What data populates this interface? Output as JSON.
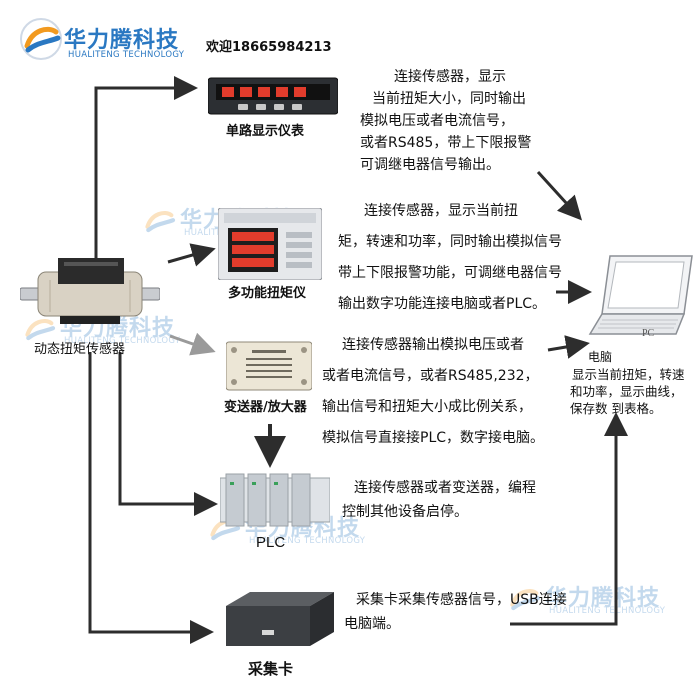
{
  "brand": {
    "name": "华力腾科技",
    "subtitle": "HUALITENG TECHNOLOGY",
    "contact": "欢迎18665984213"
  },
  "colors": {
    "brand_blue": "#2a78c2",
    "brand_orange": "#f29a1f",
    "arrow": "#2d2d2d",
    "arrow_gray": "#9a9a9a"
  },
  "nodes": {
    "sensor": {
      "label": "动态扭矩传感器"
    },
    "single_display": {
      "label": "单路显示仪表",
      "lines": [
        "连接传感器，显示",
        "当前扭矩大小，同时输出",
        "模拟电压或者电流信号，",
        "或者RS485，带上下限报警",
        "可调继电器信号输出。"
      ]
    },
    "multi_meter": {
      "label": "多功能扭矩仪",
      "lines": [
        "连接传感器，显示当前扭",
        "矩，转速和功率，同时输出模拟信号",
        "带上下限报警功能，可调继电器信号",
        "输出数字功能连接电脑或者PLC。"
      ]
    },
    "transmitter": {
      "label": "变送器/放大器",
      "lines": [
        "连接传感器输出模拟电压或者",
        "或者电流信号，或者RS485,232，",
        "输出信号和扭矩大小成比例关系，",
        "模拟信号直接接PLC，数字接电脑。"
      ]
    },
    "plc": {
      "label": "PLC",
      "lines": [
        "连接传感器或者变送器，编程",
        "控制其他设备启停。"
      ]
    },
    "daq": {
      "label": "采集卡",
      "lines": [
        "采集卡采集传感器信号，USB连接",
        "电脑端。"
      ]
    },
    "pc": {
      "screen_label": "PC",
      "label": "电脑",
      "lines": [
        "显示当前扭矩，转速",
        "和功率，显示曲线，",
        "保存数 到表格。"
      ]
    }
  }
}
